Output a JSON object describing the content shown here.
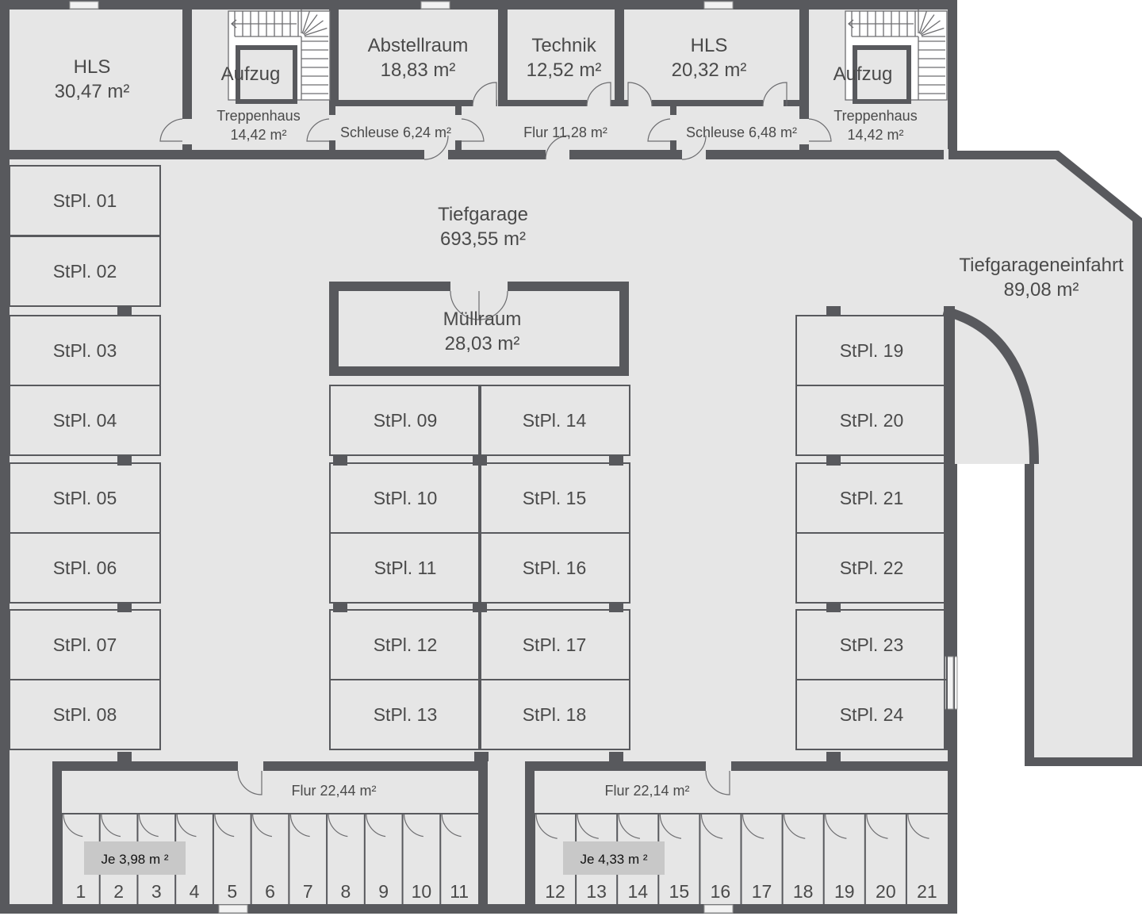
{
  "colors": {
    "wall": "#58595d",
    "floor": "#e6e6e6",
    "badge": "#c8c8c8",
    "text": "#4a4a4a"
  },
  "rooms": {
    "hls_left": {
      "name": "HLS",
      "area": "30,47 m²"
    },
    "aufzug_left": {
      "name": "Aufzug"
    },
    "treppe_left": {
      "name": "Treppenhaus",
      "area": "14,42 m²"
    },
    "abstellraum": {
      "name": "Abstellraum",
      "area": "18,83 m²"
    },
    "technik": {
      "name": "Technik",
      "area": "12,52 m²"
    },
    "hls_right": {
      "name": "HLS",
      "area": "20,32 m²"
    },
    "aufzug_right": {
      "name": "Aufzug"
    },
    "treppe_right": {
      "name": "Treppenhaus",
      "area": "14,42 m²"
    },
    "schleuse_left": {
      "label": "Schleuse  6,24 m²"
    },
    "flur_top": {
      "label": "Flur  11,28 m²"
    },
    "schleuse_right": {
      "label": "Schleuse  6,48 m²"
    },
    "tiefgarage": {
      "name": "Tiefgarage",
      "area": "693,55 m²"
    },
    "einfahrt": {
      "name": "Tiefgarageneinfahrt",
      "area": "89,08 m²"
    },
    "muellraum": {
      "name": "Müllraum",
      "area": "28,03 m²"
    },
    "flur_bottom_left": {
      "label": "Flur  22,44 m²"
    },
    "flur_bottom_right": {
      "label": "Flur  22,14 m²"
    }
  },
  "stalls": [
    "StPl. 01",
    "StPl. 02",
    "StPl. 03",
    "StPl. 04",
    "StPl. 05",
    "StPl. 06",
    "StPl. 07",
    "StPl. 08",
    "StPl. 09",
    "StPl. 10",
    "StPl. 11",
    "StPl. 12",
    "StPl. 13",
    "StPl. 14",
    "StPl. 15",
    "StPl. 16",
    "StPl. 17",
    "StPl. 18",
    "StPl. 19",
    "StPl. 20",
    "StPl. 21",
    "StPl. 22",
    "StPl. 23",
    "StPl. 24"
  ],
  "storage": {
    "left": {
      "badge": "Je 3,98 m ²",
      "numbers": [
        "1",
        "2",
        "3",
        "4",
        "5",
        "6",
        "7",
        "8",
        "9",
        "10",
        "11"
      ]
    },
    "right": {
      "badge": "Je 4,33 m ²",
      "numbers": [
        "12",
        "13",
        "14",
        "15",
        "16",
        "17",
        "18",
        "19",
        "20",
        "21"
      ]
    }
  }
}
